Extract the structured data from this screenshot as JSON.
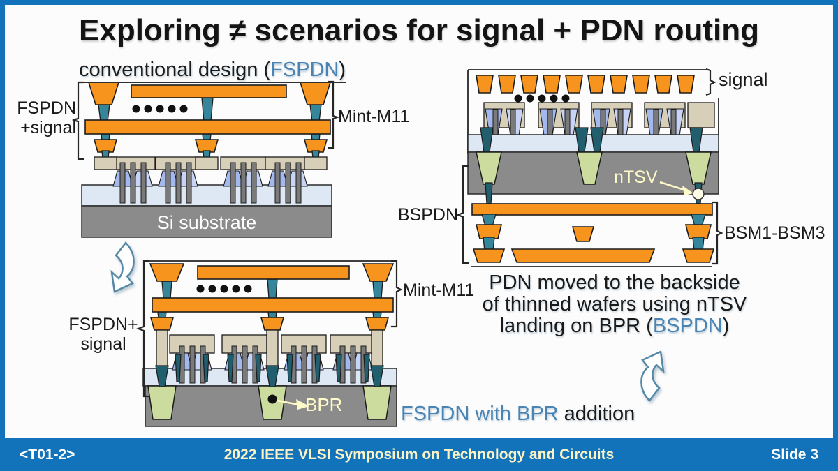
{
  "colors": {
    "accent_blue": "#4984B4",
    "footer_blue": "#1273BB",
    "orange": "#F7941D",
    "teal": "#35859B",
    "dark_teal": "#215E6E",
    "fin_blue": "#A3B9EE",
    "fin_blue_light": "#C8D4F6",
    "gate_gray": "#7A7A7A",
    "contact_beige": "#D8CFB8",
    "sti_blue": "#DEE8F5",
    "substrate_gray": "#8B8B8B",
    "green": "#CBDC9E",
    "pale_yellow": "#FFFBC8",
    "footer_text_yellow": "#FBF3C5"
  },
  "title": "Exploring ≠ scenarios for signal + PDN routing",
  "diagram_conventional": {
    "header_prefix": "conventional design (",
    "header_highlight": "FSPDN",
    "header_suffix": ")",
    "left_label_line1": "FSPDN",
    "left_label_line2": "+signal",
    "right_label": "Mint-M11",
    "substrate_label": "Si substrate"
  },
  "diagram_bpr": {
    "left_label_line1": "FSPDN+",
    "left_label_line2": "signal",
    "right_label": "Mint-M11",
    "bpr_label": "BPR",
    "caption_highlight": "FSPDN with BPR",
    "caption_suffix": " addition"
  },
  "diagram_bspdn": {
    "signal_label": "signal",
    "ntsv_label": "nTSV",
    "left_label": "BSPDN",
    "right_label": "BSM1-BSM3",
    "caption_line1": "PDN moved to the backside",
    "caption_line2": "of thinned wafers using nTSV",
    "caption_line3_prefix": "landing on BPR (",
    "caption_line3_highlight": "BSPDN",
    "caption_line3_suffix": ")"
  },
  "footer": {
    "left": "<T01-2>",
    "center": "2022 IEEE VLSI Symposium on Technology and Circuits",
    "right": "Slide 3"
  }
}
